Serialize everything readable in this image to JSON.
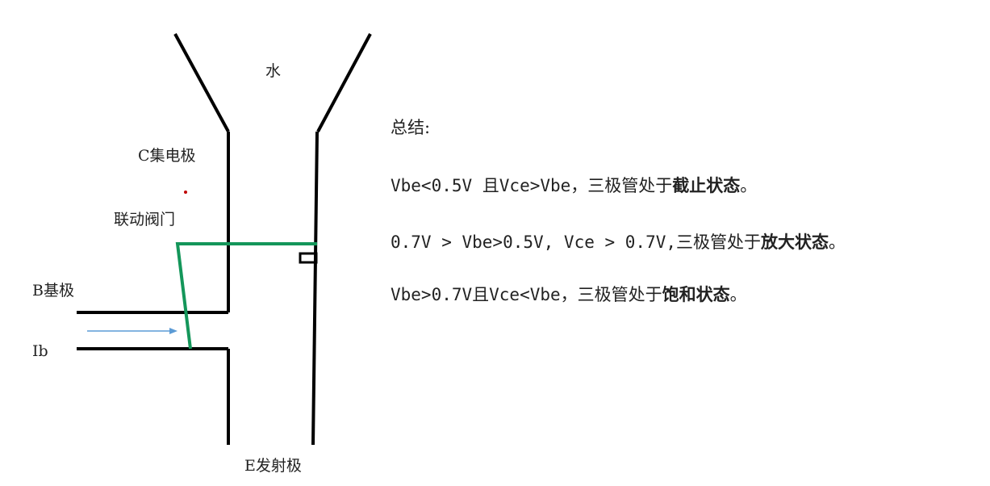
{
  "diagram": {
    "labels": {
      "water": "水",
      "collector": "C集电极",
      "valve": "联动阀门",
      "base": "B基极",
      "ib": "Ib",
      "emitter": "E发射极"
    },
    "colors": {
      "pipe": "#000000",
      "valve": "#14965a",
      "arrow": "#5b9bd5",
      "dot": "#c00000"
    }
  },
  "summary": {
    "title": "总结:",
    "cutoff": {
      "prefix": "Vbe<0.5V 且Vce>Vbe，三极管处于",
      "state": "截止状态",
      "suffix": "。"
    },
    "amplify": {
      "prefix": "0.7V > Vbe>0.5V, Vce > 0.7V,三极管处于",
      "state": "放大状态",
      "suffix": "。"
    },
    "saturation": {
      "prefix": "Vbe>0.7V且Vce<Vbe，三极管处于",
      "state": "饱和状态",
      "suffix": "。"
    }
  }
}
